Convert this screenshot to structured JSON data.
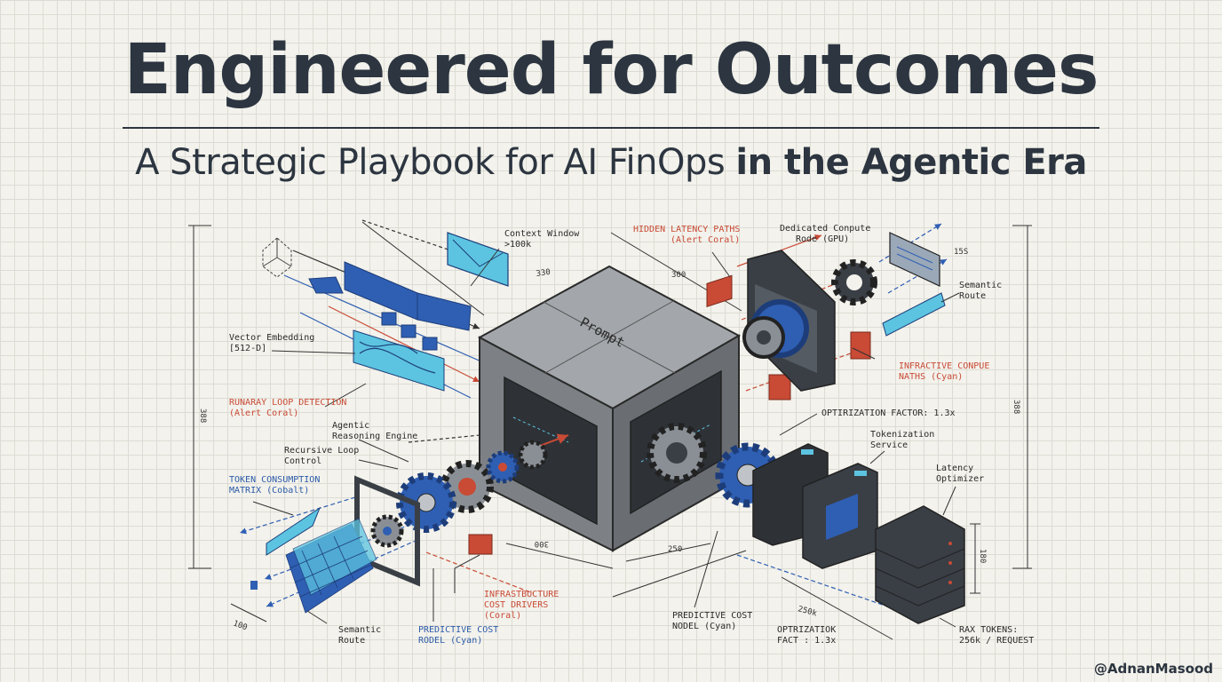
{
  "header": {
    "title": "Engineered for Outcomes",
    "subtitle_regular": "A Strategic Playbook for AI FinOps ",
    "subtitle_bold": "in the Agentic Era"
  },
  "diagram": {
    "cube_label": "Prompt",
    "labels": {
      "context_window": [
        "Context Window",
        ">100k"
      ],
      "hidden_latency": [
        "HIDDEN LATENCY PATHS",
        "(Alert Coral)"
      ],
      "dedicated_compute": [
        "Dedicated Conpute",
        "Rode (GPU)"
      ],
      "semantic_route_top": [
        "Semantic",
        "Route"
      ],
      "vector_embedding": [
        "Vector Embedding",
        "[512-D]"
      ],
      "runaway_loop": [
        "RUNARAY LOOP DETECTION",
        "(Alert Coral)"
      ],
      "infractive_compute": [
        "INFRACTIVE CONPUE",
        "NATHS (Cyan)"
      ],
      "optimization_factor": [
        "OPTIRIZATION FACTOR: 1.3x"
      ],
      "agentic_engine": [
        "Agentic",
        "Reasoning Engine"
      ],
      "recursive_loop": [
        "Recursive Loop",
        "Control"
      ],
      "token_consumption": [
        "TOKEN CONSUMPTION",
        "MATRIX (Cobalt)"
      ],
      "tokenization_service": [
        "Tokenization",
        "Service"
      ],
      "latency_optimizer": [
        "Latency",
        "Optimizer"
      ],
      "infrastructure_cost": [
        "INFRASTBUCTURE",
        "COST DRIVERS",
        "(Coral)"
      ],
      "predictive_cost_cyan_left": [
        "PREDICTIVE COST",
        "RODEL (Cyan)"
      ],
      "predictive_cost_center": [
        "PREDICTIVE COST",
        "NODEL (Cyan)"
      ],
      "semantic_route_bottom": [
        "Semantic",
        "Route"
      ],
      "optimization_fact": [
        "OPTRIZATIOK",
        "FACT : 1.3x"
      ],
      "max_tokens": [
        "RAX TOKENS:",
        "256k / REQUEST"
      ]
    },
    "dimensions": {
      "top_left": "330",
      "top_right": "300",
      "right_edge_top": "15S",
      "left_vertical": "388",
      "right_vertical": "388",
      "bottom_center": "300",
      "bottom_right": "250",
      "server_height": "180",
      "bottom_far_right": "250k",
      "bottom_left": "100"
    }
  },
  "footer": {
    "watermark": "@AdnanMasood"
  },
  "colors": {
    "ink": "#2c3540",
    "cobalt": "#2f5fb3",
    "cyan": "#5cc4e0",
    "coral": "#c94a35",
    "steel": "#8a8f95",
    "dark_steel": "#3a3f46",
    "grid": "#dcdcd4"
  }
}
